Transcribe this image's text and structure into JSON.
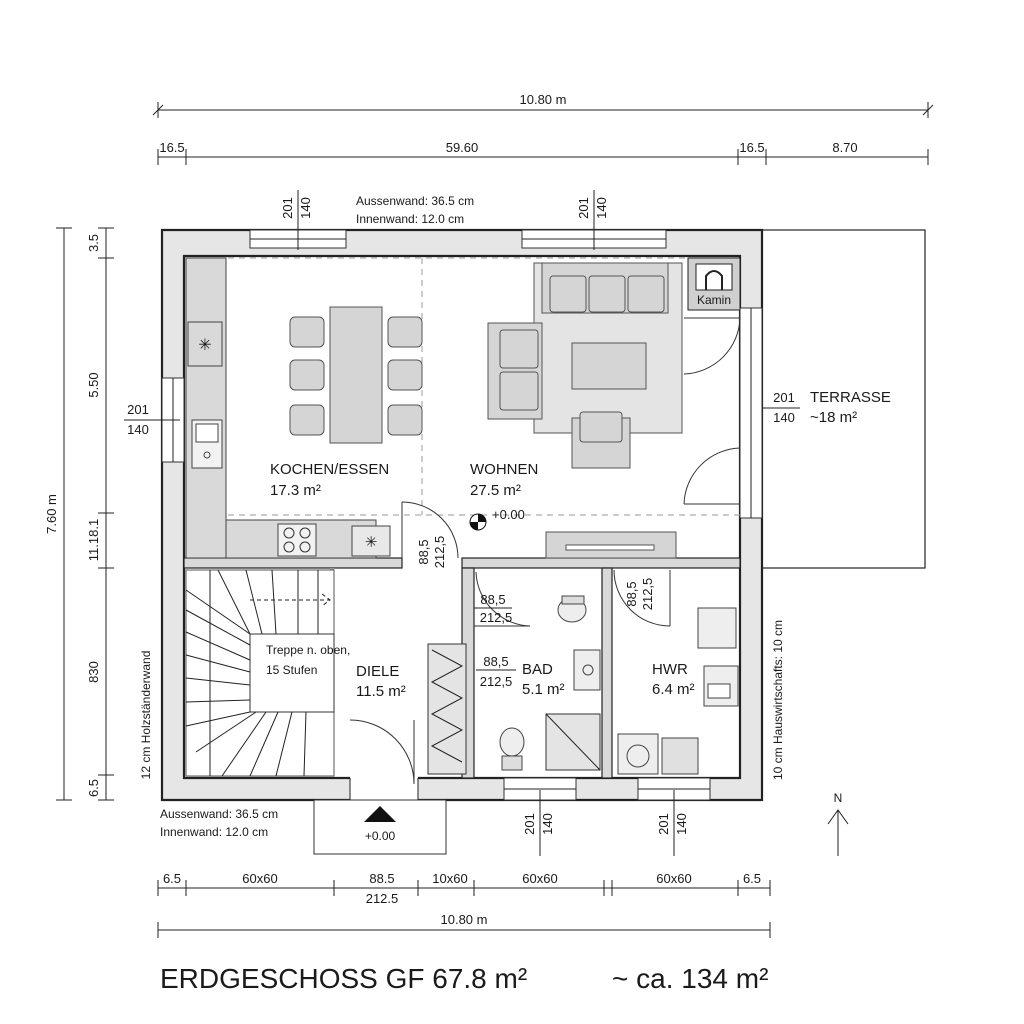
{
  "title": {
    "main": "ERDGESCHOSS GF  67.8 m²",
    "total": "~ ca. 134 m²"
  },
  "dimensions": {
    "top_total": "10.80 m",
    "top_left": "16.5",
    "top_mid": "59.60",
    "top_right_a": "16.5",
    "top_right_b": "8.70",
    "bottom_total": "10.80 m",
    "bottom_segments": [
      "6.5",
      "60x60",
      "88.5",
      "10x60",
      "60x60",
      "60x60",
      "6.5"
    ],
    "bottom_sub": "212.5",
    "left_total": "7.60 m",
    "left_segments": [
      "3.5",
      "5.50",
      "11.18.1",
      "830",
      "6.5"
    ]
  },
  "wall_info": {
    "top_line1": "Aussenwand: 36.5 cm",
    "top_line2": "Innenwand: 12.0 cm",
    "bottom_line1": "Aussenwand: 36.5 cm",
    "bottom_line2": "Innenwand: 12.0 cm",
    "left_vertical": "12 cm Holzständerwand",
    "right_vertical": "10 cm Hauswirtschafts: 10 cm"
  },
  "windows": {
    "top_left_a": "201",
    "top_left_b": "140",
    "top_right_a": "201",
    "top_right_b": "140",
    "left_a": "201",
    "left_b": "140",
    "right_a": "201",
    "right_b": "140",
    "bottom_mid_a": "201",
    "bottom_mid_b": "140",
    "bottom_right_a": "201",
    "bottom_right_b": "140"
  },
  "doors": {
    "kitchen_a": "88,5",
    "kitchen_b": "212,5",
    "bath_top_a": "88,5",
    "bath_top_b": "212,5",
    "bath_side_a": "88,5",
    "bath_side_b": "212,5",
    "hwr_a": "88,5",
    "hwr_b": "212,5"
  },
  "rooms": {
    "kitchen_name": "KOCHEN/ESSEN",
    "kitchen_area": "17.3 m²",
    "living_name": "WOHNEN",
    "living_area": "27.5 m²",
    "terrace_name": "TERRASSE",
    "terrace_area": "~18 m²",
    "hall_name": "DIELE",
    "hall_area": "11.5 m²",
    "bath_name": "BAD",
    "bath_area": "5.1 m²",
    "hwr_name": "HWR",
    "hwr_area": "6.4 m²",
    "stairs_line1": "Treppe n. oben,",
    "stairs_line2": "15 Stufen",
    "fireplace": "Kamin"
  },
  "levels": {
    "inner": "+0.00",
    "entrance": "+0.00"
  },
  "north": "N"
}
